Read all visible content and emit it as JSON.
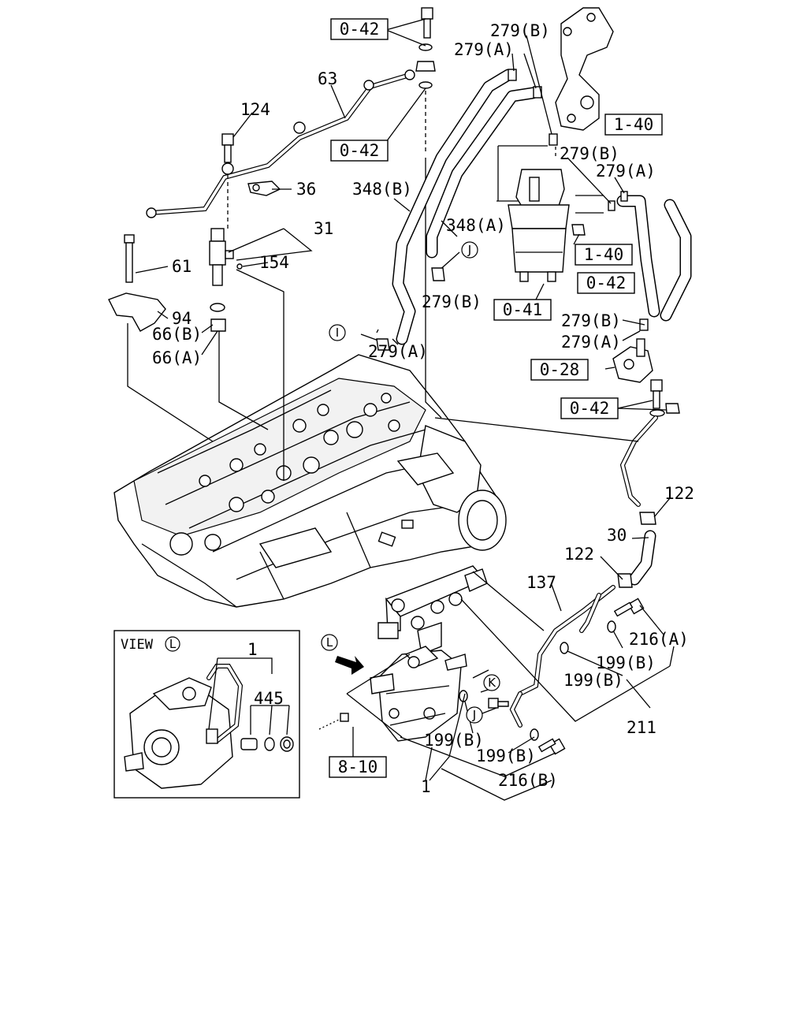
{
  "callouts": {
    "c63": "63",
    "c124": "124",
    "c36": "36",
    "c31": "31",
    "c154": "154",
    "c61": "61",
    "c94": "94",
    "c66b": "66(B)",
    "c66a": "66(A)",
    "c279b_top": "279(B)",
    "c279a_top": "279(A)",
    "c348b": "348(B)",
    "c348a": "348(A)",
    "c279b_right": "279(B)",
    "c279a_right": "279(A)",
    "c279b_mid": "279(B)",
    "c279a_mid": "279(A)",
    "c279b_low": "279(B)",
    "c279a_low": "279(A)",
    "c122_top": "122",
    "c30": "30",
    "c122_mid": "122",
    "c137": "137",
    "c216a": "216(A)",
    "c199b_1": "199(B)",
    "c199b_2": "199(B)",
    "c199b_3": "199(B)",
    "c199b_4": "199(B)",
    "c211": "211",
    "c216b": "216(B)",
    "c1_pump": "1",
    "c1_view": "1",
    "c445": "445"
  },
  "ref_boxes": {
    "b042_top": "0-42",
    "b042_mid": "0-42",
    "b140_top": "1-40",
    "b140_low": "1-40",
    "b042_right": "0-42",
    "b041": "0-41",
    "b028": "0-28",
    "b042_low": "0-42",
    "b810": "8-10"
  },
  "circle_marks": {
    "I": "I",
    "J_upper": "J",
    "J_lower": "J",
    "K": "K",
    "L_arrow": "L",
    "L_view": "L"
  },
  "view_inset": {
    "title": "VIEW"
  }
}
